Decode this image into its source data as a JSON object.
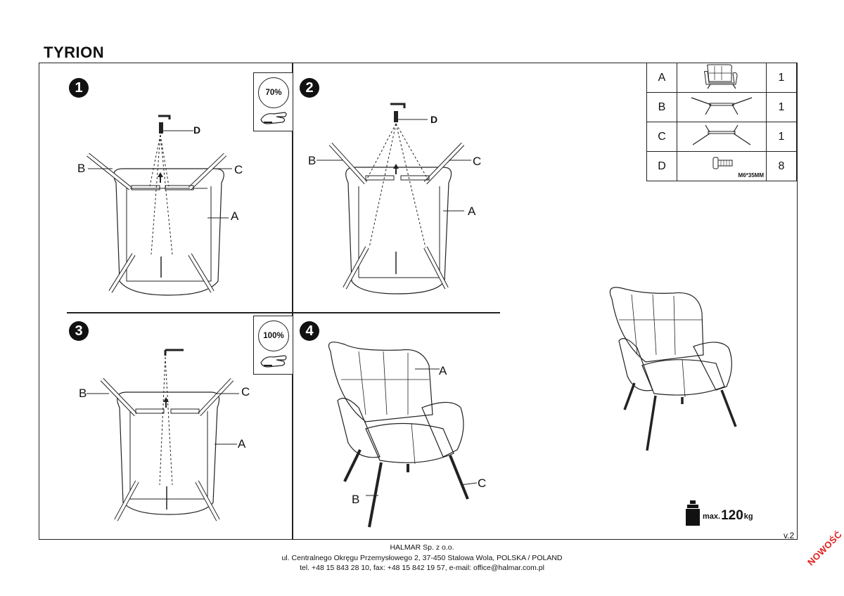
{
  "title": "TYRION",
  "steps": [
    "1",
    "2",
    "3",
    "4"
  ],
  "rotation": {
    "step1": "70%",
    "step3": "100%"
  },
  "part_labels": {
    "a": "A",
    "b": "B",
    "c": "C",
    "d": "D"
  },
  "parts_table": [
    {
      "letter": "A",
      "icon": "armchair-icon",
      "qty": "1"
    },
    {
      "letter": "B",
      "icon": "leg-frame-icon",
      "qty": "1"
    },
    {
      "letter": "C",
      "icon": "leg-frame-icon",
      "qty": "1"
    },
    {
      "letter": "D",
      "icon": "bolt-icon",
      "spec": "M6*35MM",
      "qty": "8"
    }
  ],
  "max_load": {
    "prefix": "max.",
    "value": "120",
    "unit": "kg"
  },
  "version": "v.2",
  "footer": {
    "company": "HALMAR Sp. z o.o.",
    "address": "ul. Centralnego Okręgu Przemysłowego 2, 37-450 Stalowa Wola, POLSKA / POLAND",
    "contact": "tel. +48 15 843 28 10, fax: +48 15 842 19 57, e-mail: office@halmar.com.pl"
  },
  "badge": "NOWOŚĆ"
}
